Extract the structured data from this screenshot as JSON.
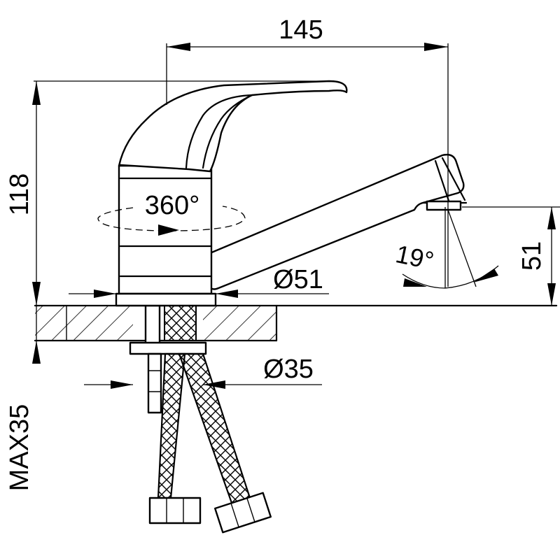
{
  "dimensions": {
    "spout_reach": "145",
    "total_height": "118",
    "rotation": "360°",
    "body_diameter": "Ø51",
    "spout_height": "51",
    "spout_angle": "19°",
    "pipe_diameter": "Ø35",
    "max_thickness": "MAX35"
  },
  "colors": {
    "line": "#000000",
    "background": "#ffffff"
  }
}
